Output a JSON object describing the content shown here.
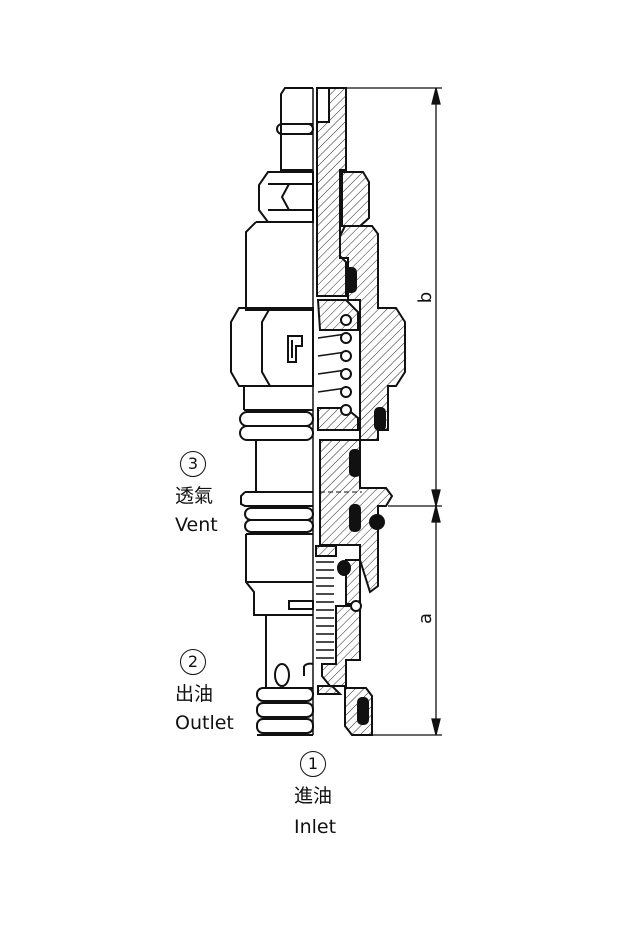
{
  "diagram": {
    "ports": [
      {
        "number": "3",
        "label_zh": "透氣",
        "label_en": "Vent"
      },
      {
        "number": "2",
        "label_zh": "出油",
        "label_en": "Outlet"
      },
      {
        "number": "1",
        "label_zh": "進油",
        "label_en": "Inlet"
      }
    ],
    "dimensions": {
      "upper": "b",
      "lower": "a"
    },
    "colors": {
      "line": "#111111",
      "background": "#ffffff"
    }
  }
}
